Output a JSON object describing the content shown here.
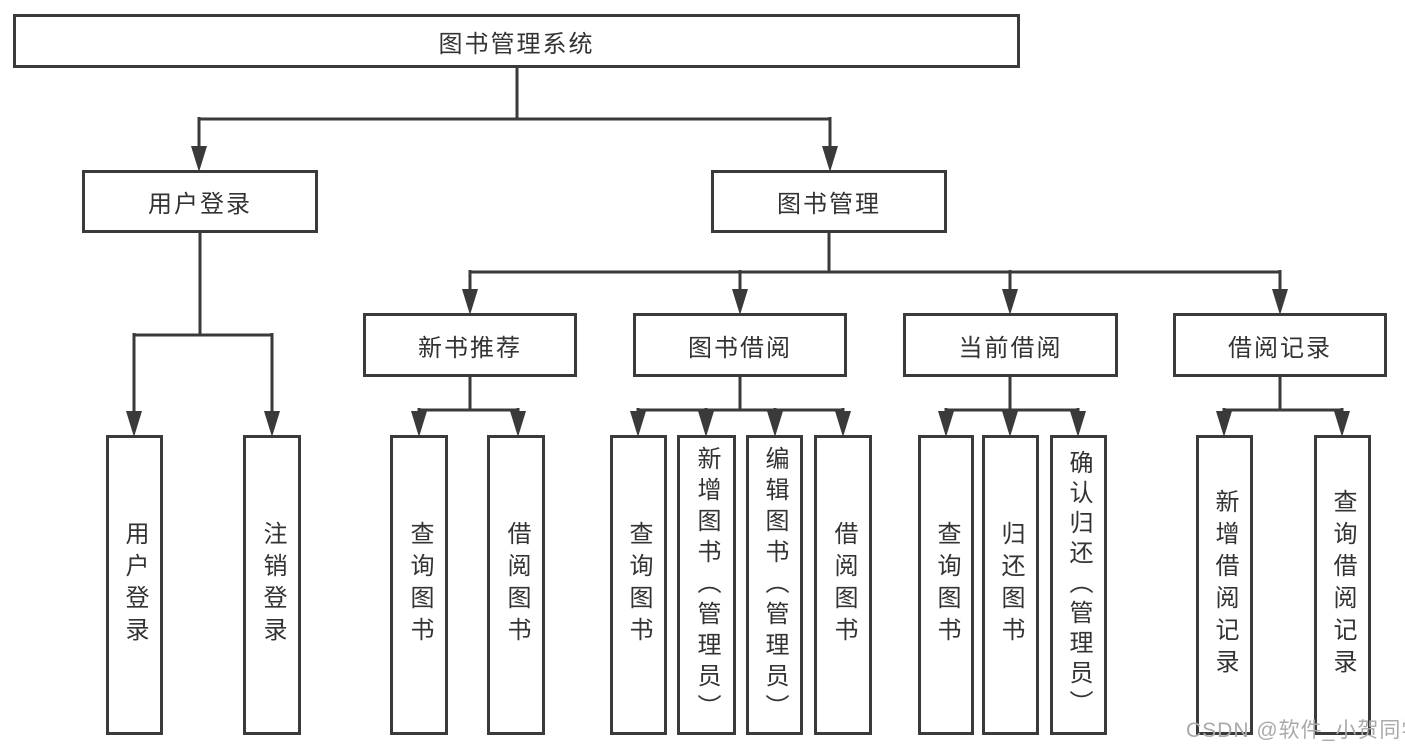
{
  "root": {
    "label": "图书管理系统"
  },
  "branches": {
    "user_login": {
      "label": "用户登录",
      "children": [
        {
          "label": "用户登录"
        },
        {
          "label": "注销登录"
        }
      ]
    },
    "book_management": {
      "label": "图书管理",
      "sections": [
        {
          "label": "新书推荐",
          "children": [
            {
              "label": "查询图书"
            },
            {
              "label": "借阅图书"
            }
          ]
        },
        {
          "label": "图书借阅",
          "children": [
            {
              "label": "查询图书"
            },
            {
              "label": "新增图书（管理员）"
            },
            {
              "label": "编辑图书（管理员）"
            },
            {
              "label": "借阅图书"
            }
          ]
        },
        {
          "label": "当前借阅",
          "children": [
            {
              "label": "查询图书"
            },
            {
              "label": "归还图书"
            },
            {
              "label": "确认归还（管理员）"
            }
          ]
        },
        {
          "label": "借阅记录",
          "children": [
            {
              "label": "新增借阅记录"
            },
            {
              "label": "查询借阅记录"
            }
          ]
        }
      ]
    }
  },
  "watermark": "CSDN @软件_小贺同学",
  "colors": {
    "line": "#3a3a3a",
    "text": "#333333",
    "background": "#ffffff",
    "watermark": "#aaaaaa"
  }
}
